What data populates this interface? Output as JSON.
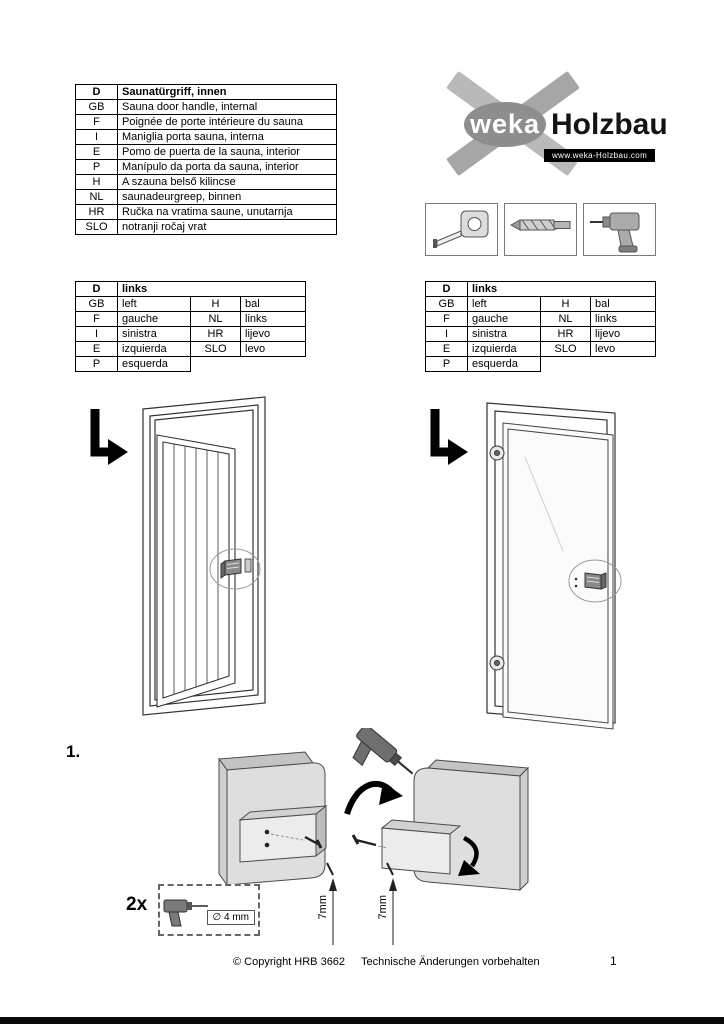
{
  "product_table": {
    "header": {
      "code": "D",
      "label": "Saunatürgriff, innen"
    },
    "rows": [
      {
        "code": "GB",
        "label": "Sauna door handle, internal"
      },
      {
        "code": "F",
        "label": "Poignée de porte intérieure du sauna"
      },
      {
        "code": "I",
        "label": "Maniglia porta sauna, interna"
      },
      {
        "code": "E",
        "label": "Pomo de puerta de la sauna, interior"
      },
      {
        "code": "P",
        "label": "Manípulo da porta da sauna, interior"
      },
      {
        "code": "H",
        "label": "A szauna belső kilincse"
      },
      {
        "code": "NL",
        "label": "saunadeurgreep, binnen"
      },
      {
        "code": "HR",
        "label": "Ručka na vratima saune, unutarnja"
      },
      {
        "code": "SLO",
        "label": "notranji ročaj vrat"
      }
    ]
  },
  "logo": {
    "brand": "weka",
    "name": "Holzbau",
    "url": "www.weka-Holzbau.com"
  },
  "tools": {
    "icons": [
      "tape-measure-icon",
      "drill-bit-icon",
      "cordless-screwdriver-icon"
    ]
  },
  "links_table": {
    "header": {
      "code": "D",
      "label": "links"
    },
    "rows": [
      {
        "code_a": "GB",
        "label_a": "left",
        "code_b": "H",
        "label_b": "bal"
      },
      {
        "code_a": "F",
        "label_a": "gauche",
        "code_b": "NL",
        "label_b": "links"
      },
      {
        "code_a": "I",
        "label_a": "sinistra",
        "code_b": "HR",
        "label_b": "lijevo"
      },
      {
        "code_a": "E",
        "label_a": "izquierda",
        "code_b": "SLO",
        "label_b": "levo"
      },
      {
        "code_a": "P",
        "label_a": "esquerda"
      }
    ]
  },
  "step1": {
    "number": "1.",
    "quantity": "2x",
    "drill_diameter": "∅ 4 mm",
    "depth_front": "7mm",
    "depth_back": "7mm"
  },
  "footer": {
    "copyright": "© Copyright HRB 3662",
    "notice": "Technische Änderungen vorbehalten",
    "page_number": "1"
  }
}
